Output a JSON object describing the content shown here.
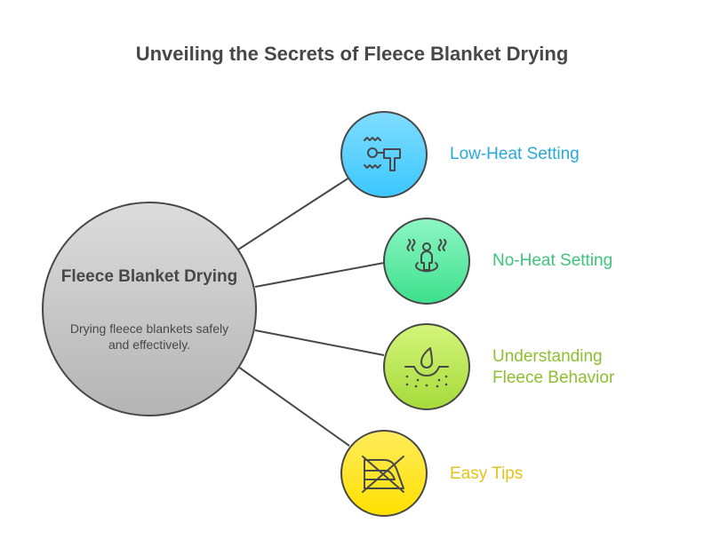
{
  "title": "Unveiling the Secrets of Fleece Blanket Drying",
  "center": {
    "title": "Fleece Blanket Drying",
    "description": "Drying fleece blankets safely and effectively."
  },
  "branches": [
    {
      "label": "Low-Heat Setting",
      "icon": "hair-dryer-icon",
      "color": "#29a9d9"
    },
    {
      "label": "No-Heat Setting",
      "icon": "person-steam-icon",
      "color": "#3cc47c"
    },
    {
      "label": "Understanding Fleece Behavior",
      "icon": "drop-absorption-icon",
      "color": "#8fbf2e"
    },
    {
      "label": "Easy Tips",
      "icon": "no-iron-icon",
      "color": "#e3c21a"
    }
  ]
}
